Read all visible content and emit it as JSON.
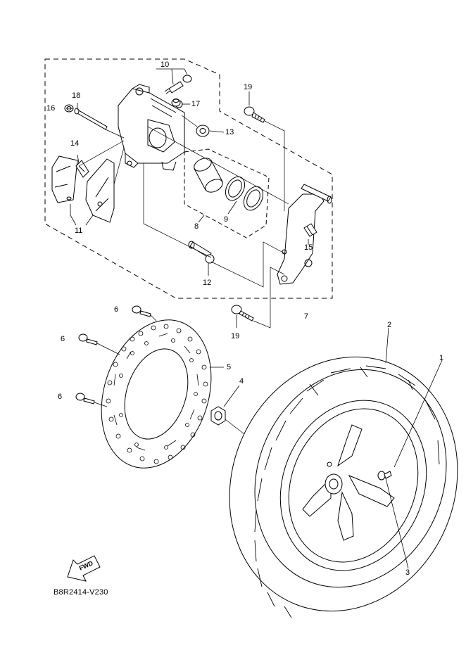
{
  "diagram": {
    "drawing_code": "B8R2414-V230",
    "fwd_label": "FWD",
    "callouts": [
      {
        "id": "c1",
        "text": "1"
      },
      {
        "id": "c2",
        "text": "2"
      },
      {
        "id": "c3",
        "text": "3"
      },
      {
        "id": "c4",
        "text": "4"
      },
      {
        "id": "c5",
        "text": "5"
      },
      {
        "id": "c6a",
        "text": "6"
      },
      {
        "id": "c6b",
        "text": "6"
      },
      {
        "id": "c6c",
        "text": "6"
      },
      {
        "id": "c7",
        "text": "7"
      },
      {
        "id": "c8",
        "text": "8"
      },
      {
        "id": "c9",
        "text": "9"
      },
      {
        "id": "c10",
        "text": "10"
      },
      {
        "id": "c11",
        "text": "11"
      },
      {
        "id": "c12",
        "text": "12"
      },
      {
        "id": "c13",
        "text": "13"
      },
      {
        "id": "c14",
        "text": "14"
      },
      {
        "id": "c15",
        "text": "15"
      },
      {
        "id": "c16",
        "text": "16"
      },
      {
        "id": "c17",
        "text": "17"
      },
      {
        "id": "c18",
        "text": "18"
      },
      {
        "id": "c19a",
        "text": "19"
      },
      {
        "id": "c19b",
        "text": "19"
      }
    ],
    "colors": {
      "line": "#000000",
      "background": "#ffffff"
    }
  }
}
